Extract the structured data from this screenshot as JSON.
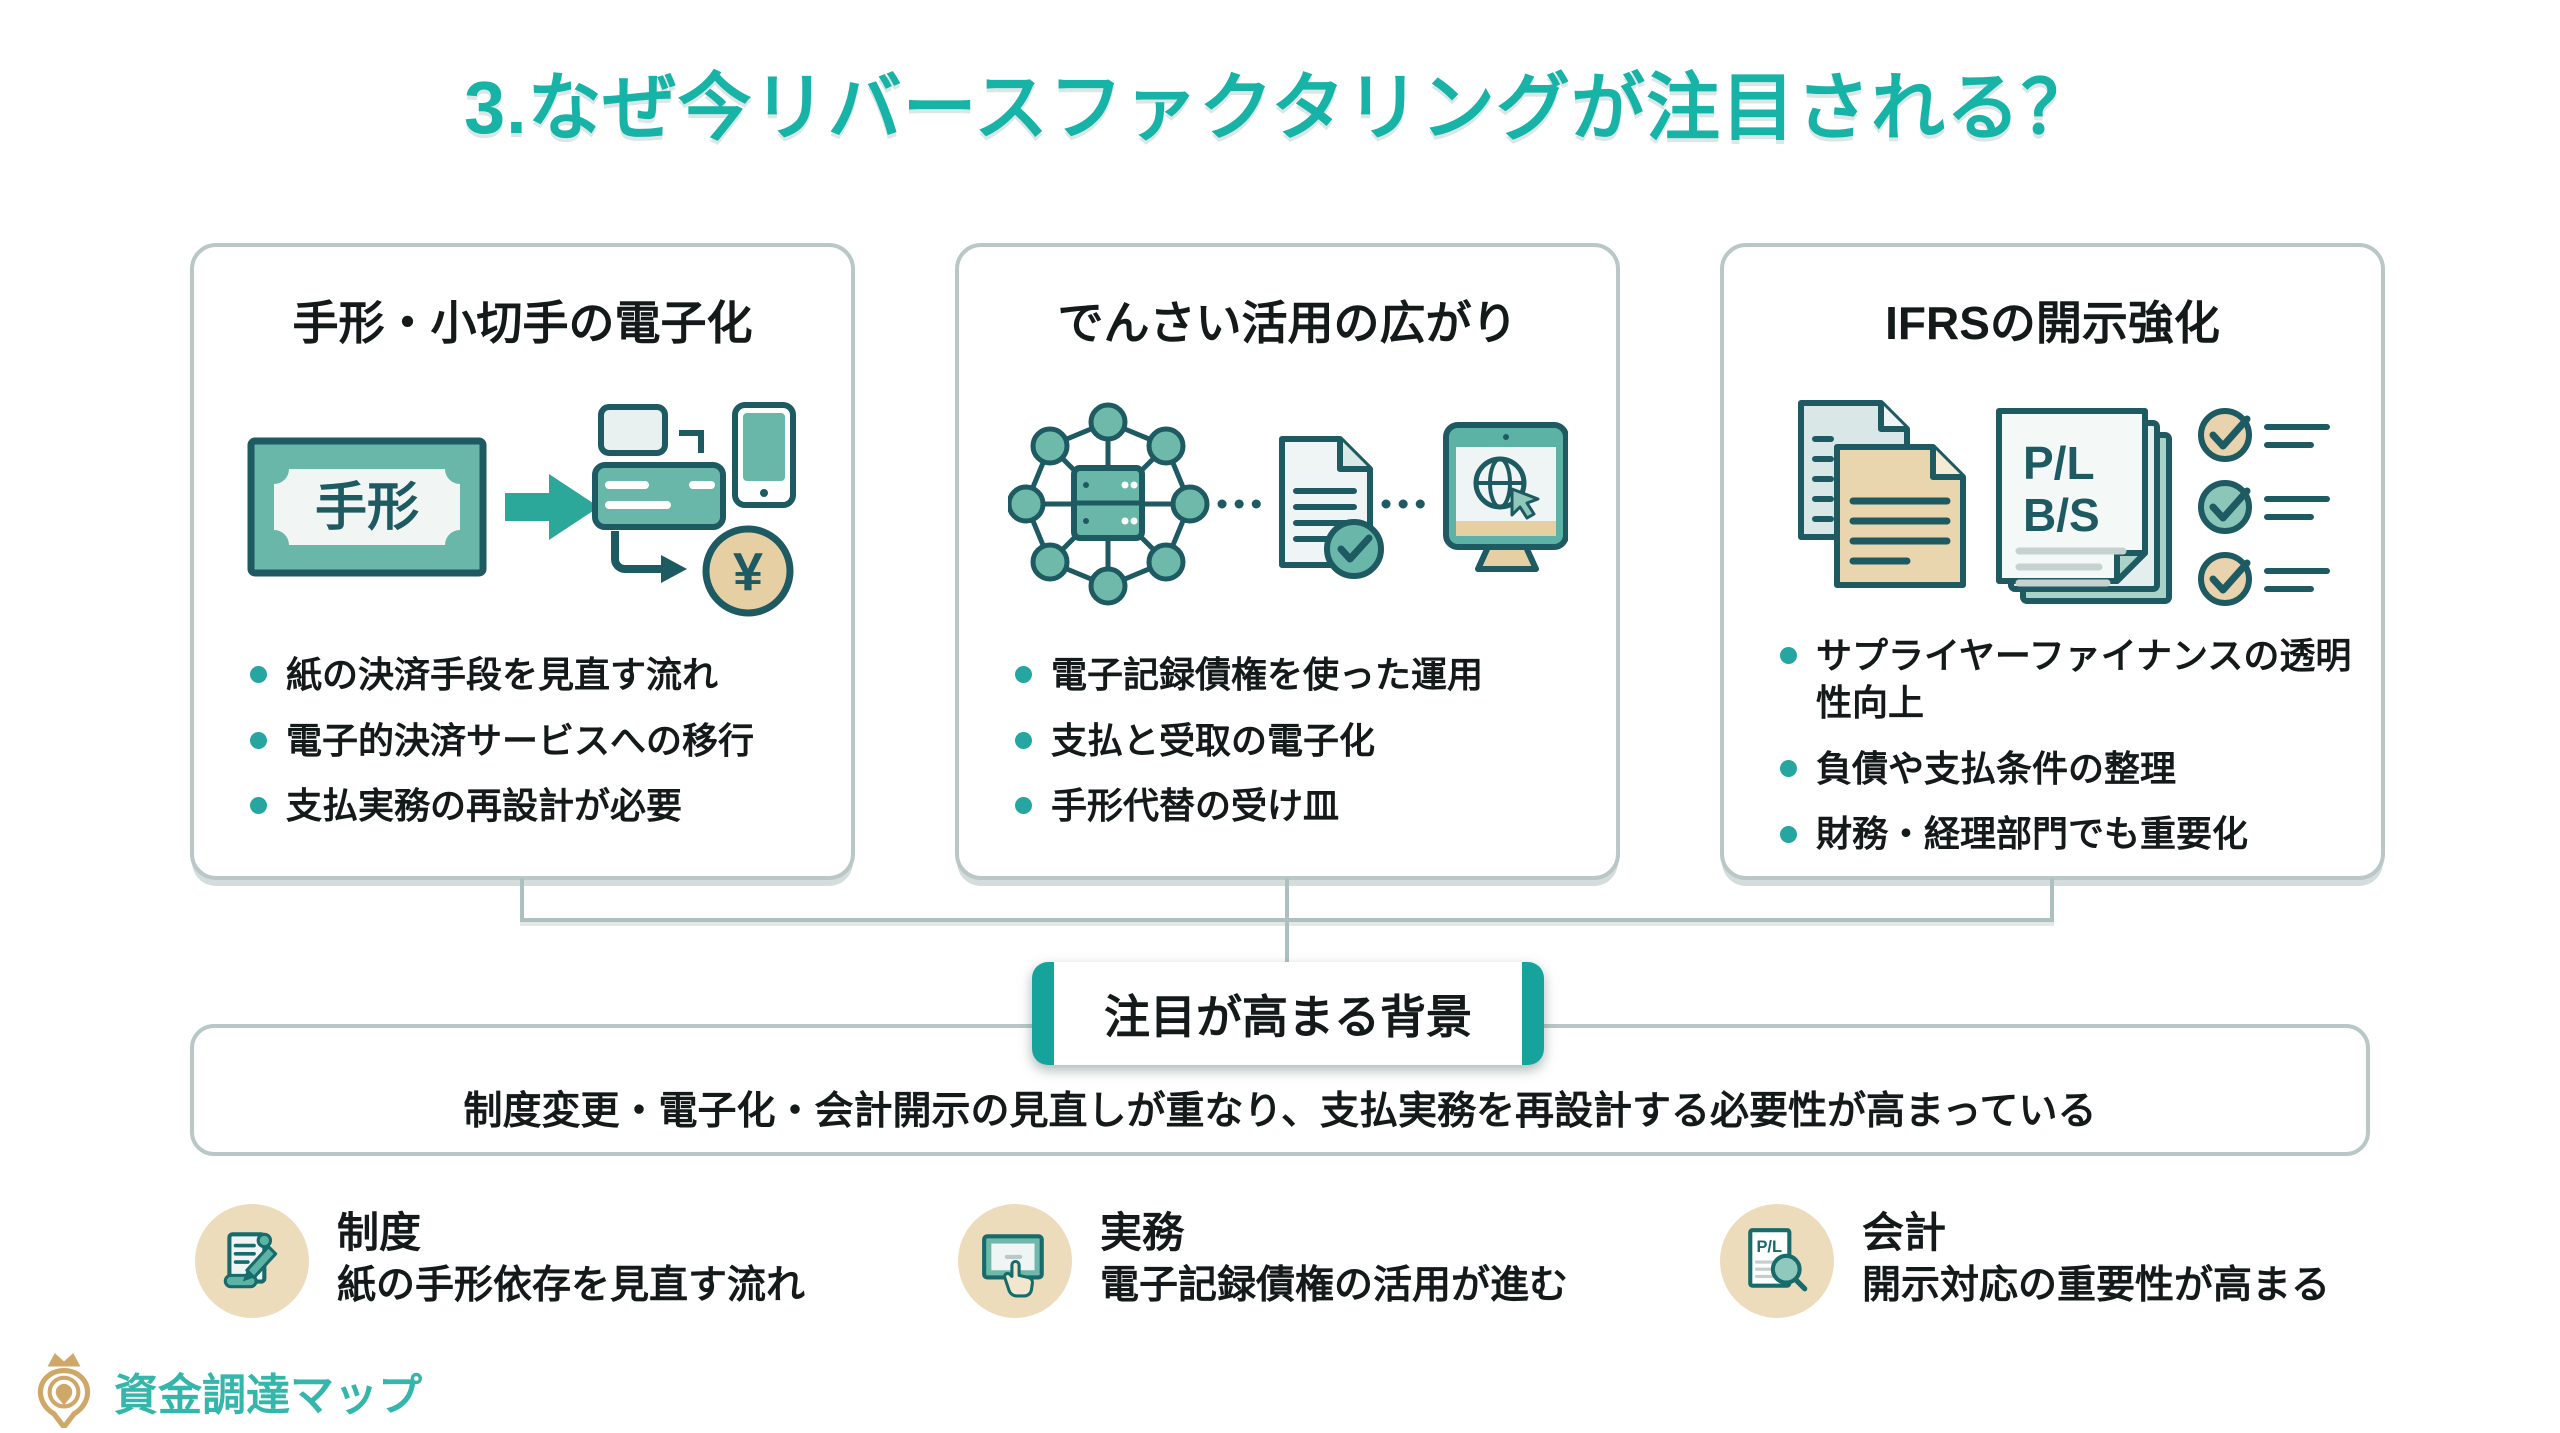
{
  "title": "3.なぜ今リバースファクタリングが注目される？",
  "cards": [
    {
      "title": "手形・小切手の電子化",
      "icon_bill_label": "手形",
      "icon_yen": "¥",
      "bullets": [
        "紙の決済手段を見直す流れ",
        "電子的決済サービスへの移行",
        "支払実務の再設計が必要"
      ]
    },
    {
      "title": "でんさい活用の広がり",
      "bullets": [
        "電子記録債権を使った運用",
        "支払と受取の電子化",
        "手形代替の受け皿"
      ]
    },
    {
      "title": "IFRSの開示強化",
      "icon_doc_line1": "P/L",
      "icon_doc_line2": "B/S",
      "bullets": [
        "サプライヤーファイナンスの透明性向上",
        "負債や支払条件の整理",
        "財務・経理部門でも重要化"
      ]
    }
  ],
  "banner": {
    "label": "注目が高まる背景"
  },
  "summary": {
    "text": "制度変更・電子化・会計開示の見直しが重なり、支払実務を再設計する必要性が高まっている"
  },
  "footer_items": [
    {
      "title": "制度",
      "description": "紙の手形依存を見直す流れ"
    },
    {
      "title": "実務",
      "description": "電子記録債権の活用が進む"
    },
    {
      "title": "会計",
      "description": "開示対応の重要性が高まる",
      "icon_label": "P/L"
    }
  ],
  "logo": {
    "text": "資金調達マップ"
  },
  "colors": {
    "accent_teal": "#17b3a6",
    "icon_teal_fill": "#69b7a9",
    "icon_dark_stroke": "#1d5a62",
    "beige": "#e7cfa4",
    "card_border_gray": "#b9c7c7",
    "bullet_teal": "#27a5a0",
    "banner_bar_teal": "#16a39b",
    "logo_gold": "#cfa869"
  }
}
